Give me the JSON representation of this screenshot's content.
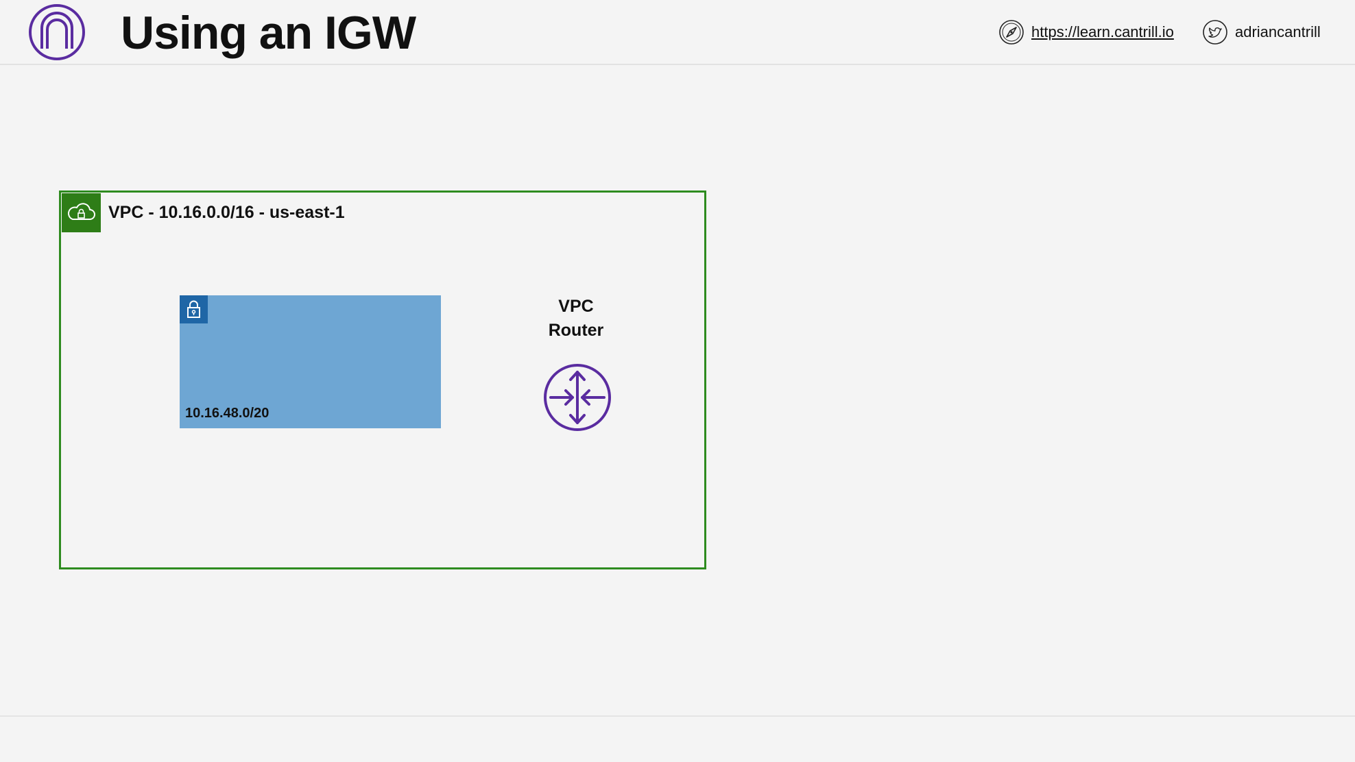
{
  "header": {
    "title": "Using an IGW",
    "logo_icon": "arch-logo-icon",
    "site_link": {
      "icon": "compass-icon",
      "text": "https://learn.cantrill.io"
    },
    "social_link": {
      "icon": "twitter-icon",
      "text": "adriancantrill"
    }
  },
  "diagram": {
    "vpc": {
      "label": "VPC - 10.16.0.0/16 - us-east-1",
      "icon": "cloud-lock-icon",
      "border_color": "#2e8b1f",
      "badge_color": "#2e7d17"
    },
    "subnet": {
      "cidr": "10.16.48.0/20",
      "icon": "lock-icon",
      "fill_color": "#6ea6d3",
      "badge_color": "#1f66a6"
    },
    "router": {
      "label_line1": "VPC",
      "label_line2": "Router",
      "icon": "router-icon",
      "color": "#5a2ca0"
    }
  }
}
